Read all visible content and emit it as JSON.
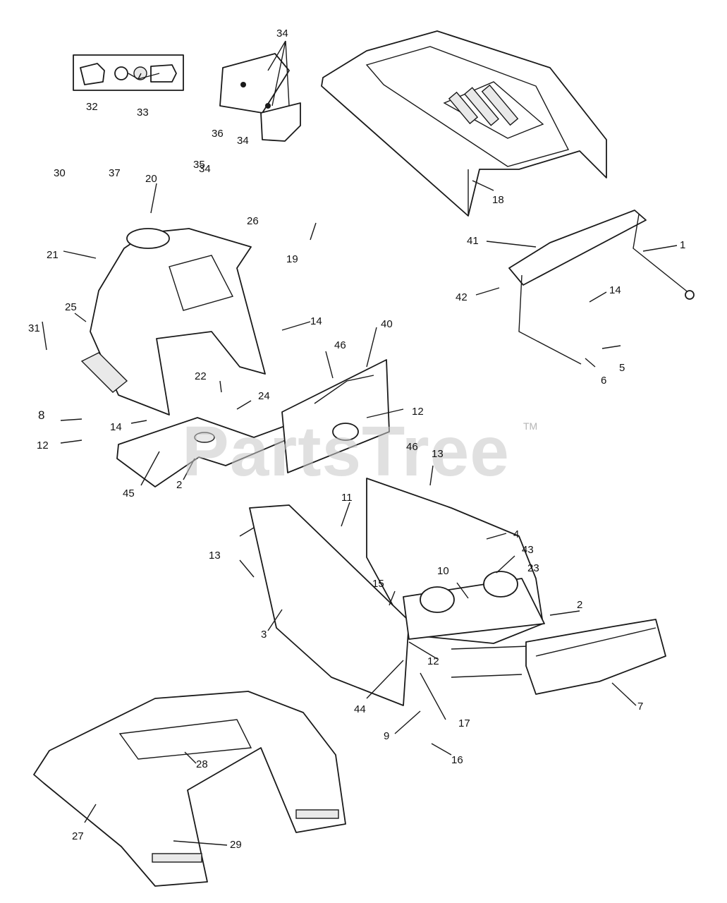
{
  "watermark": {
    "text": "PartsTree",
    "trademark": "TM"
  },
  "labels": {
    "l1": "1",
    "l2a": "2",
    "l2b": "2",
    "l3": "3",
    "l4": "4",
    "l5": "5",
    "l6": "6",
    "l7": "7",
    "l8": "8",
    "l9": "9",
    "l10": "10",
    "l11": "11",
    "l12a": "12",
    "l12b": "12",
    "l12c": "12",
    "l13a": "13",
    "l13b": "13",
    "l14a": "14",
    "l14b": "14",
    "l14c": "14",
    "l15": "15",
    "l16": "16",
    "l17": "17",
    "l18": "18",
    "l19": "19",
    "l20": "20",
    "l21": "21",
    "l22": "22",
    "l23": "23",
    "l24": "24",
    "l25": "25",
    "l26": "26",
    "l27": "27",
    "l28": "28",
    "l29": "29",
    "l30": "30",
    "l31": "31",
    "l32": "32",
    "l33": "33",
    "l34a": "34",
    "l34b": "34",
    "l34c": "34",
    "l35": "35",
    "l36": "36",
    "l37": "37",
    "l40": "40",
    "l41": "41",
    "l42": "42",
    "l43": "43",
    "l44": "44",
    "l45": "45",
    "l46a": "46",
    "l46b": "46"
  }
}
